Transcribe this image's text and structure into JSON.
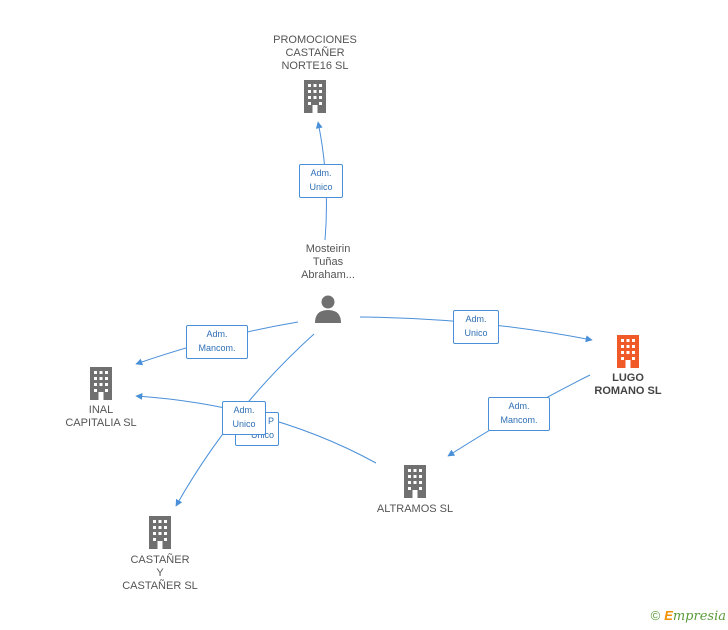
{
  "nodes": {
    "promociones": "PROMOCIONES\nCASTAÑER\nNORTE16  SL",
    "person": "Mosteirin\nTuñas\nAbraham...",
    "lugo": "LUGO\nROMANO SL",
    "inal": "INAL\nCAPITALIA SL",
    "altramos": "ALTRAMOS SL",
    "castaner": "CASTAÑER\nY\nCASTAÑER SL"
  },
  "edge_labels": {
    "adm_unico_top": "Adm.\nUnico",
    "adm_unico_right": "Adm.\nUnico",
    "adm_mancom_left": "Adm.\nMancom.",
    "adm_unico_center": "Adm.\nUnico",
    "unico_behind": "P\nUnico",
    "adm_mancom_right": "Adm.\nMancom."
  },
  "footer": {
    "copyright": "©",
    "brand_initial": "E",
    "brand_rest": "mpresia"
  },
  "colors": {
    "edge": "#4a90d9",
    "building": "#707070",
    "highlight": "#f05a28"
  }
}
